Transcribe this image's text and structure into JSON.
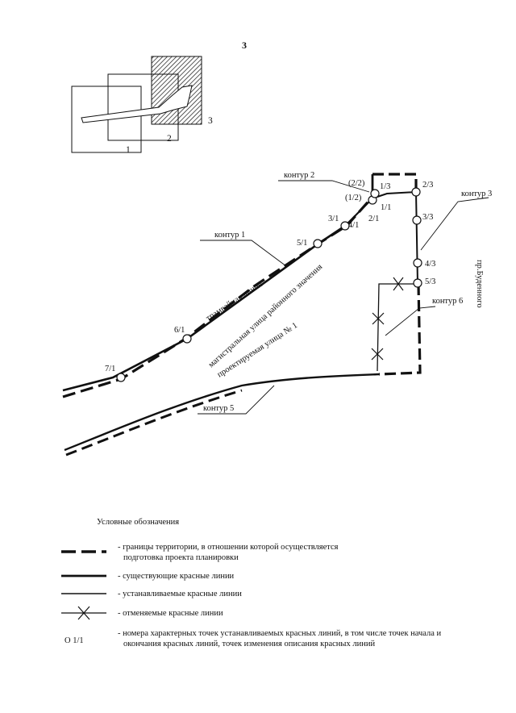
{
  "page_number": "3",
  "keymap": {
    "labels": [
      "1",
      "2",
      "3"
    ]
  },
  "contours": {
    "k1": "контур 1",
    "k2": "контур 2",
    "k3": "контур 3",
    "k5": "контур 5",
    "k6": "контур 6"
  },
  "points": {
    "p1_3": "1/3",
    "p2_2": "(2/2)",
    "p1_2": "(1/2)",
    "p1_1": "1/1",
    "p2_1": "2/1",
    "p3_1": "3/1",
    "p4_1": "4/1",
    "p5_1": "5/1",
    "p6_1": "6/1",
    "p7_1": "7/1",
    "p2_3": "2/3",
    "p3_3": "3/3",
    "p4_3": "4/3",
    "p5_3": "5/3"
  },
  "streets": {
    "tram": "трамвайная линия",
    "main_street": "магистральная улица районного значения",
    "projected": "проектируемая улица № 1",
    "budennogo": "пр.Буденного"
  },
  "legend": {
    "title": "Условные обозначения",
    "items": [
      {
        "line1": "- границы территории, в отношении которой осуществляется",
        "line2": "подготовка проекта планировки"
      },
      {
        "line1": "- существующие красные линии"
      },
      {
        "line1": "- устанавливаемые красные линии"
      },
      {
        "line1": "- отменяемые красные линии"
      },
      {
        "symbol": "O 1/1",
        "line1": "- номера характерных точек устанавливаемых красных линий, в том числе точек начала и",
        "line2": "окончания красных линий, точек изменения описания красных линий"
      }
    ]
  }
}
